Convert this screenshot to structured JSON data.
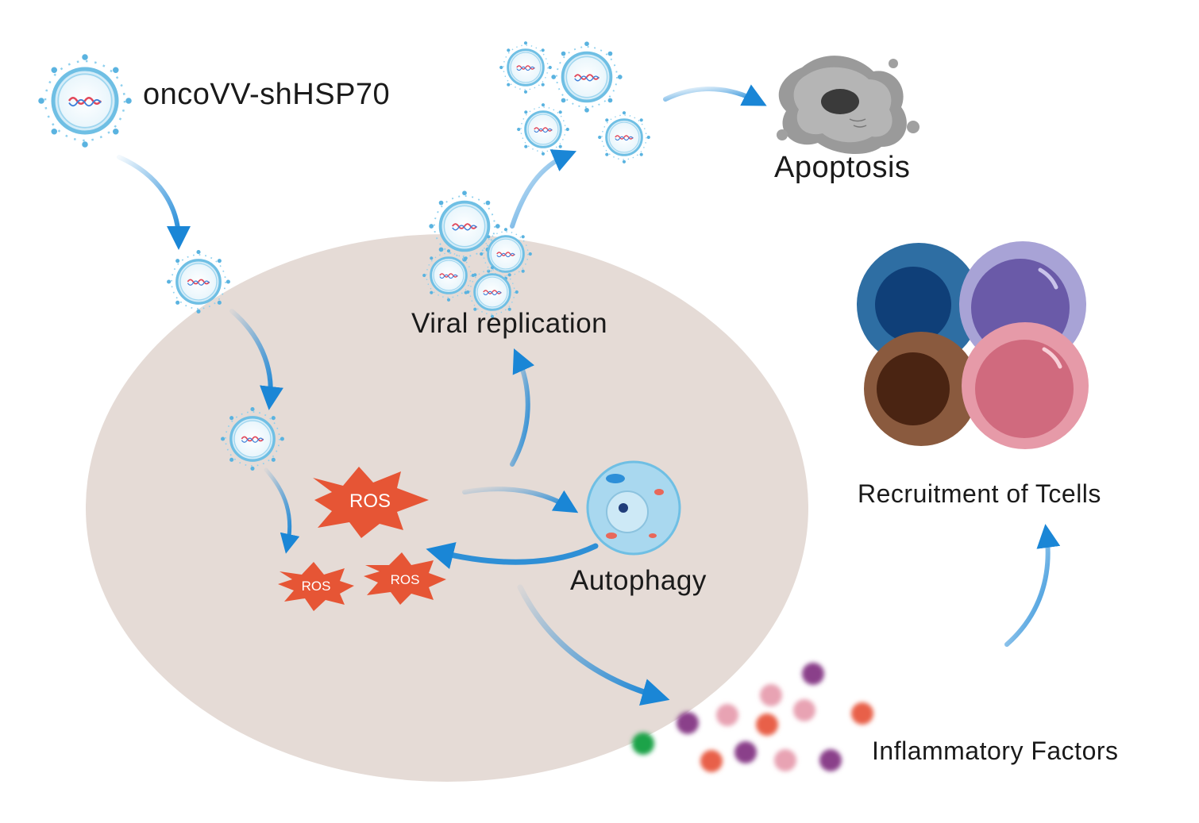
{
  "labels": {
    "virus": "oncoVV-shHSP70",
    "apoptosis": "Apoptosis",
    "viral_replication": "Viral replication",
    "autophagy": "Autophagy",
    "tcell_recruitment": "Recruitment of Tcells",
    "inflammatory_factors": "Inflammatory Factors"
  },
  "ros_labels": [
    "ROS",
    "ROS",
    "ROS"
  ],
  "colors": {
    "tumor_cell": "#e5dbd6",
    "arrow": "#1a86d6",
    "ros": "#e65535",
    "virus_ring": "#7fc8e8",
    "tcell_blue": "#2e6ea3",
    "tcell_purple": "#7a6ab0",
    "tcell_brown": "#8a5a3e",
    "tcell_pink": "#e07c8c",
    "autophagy_cell": "#a9d8ef"
  }
}
